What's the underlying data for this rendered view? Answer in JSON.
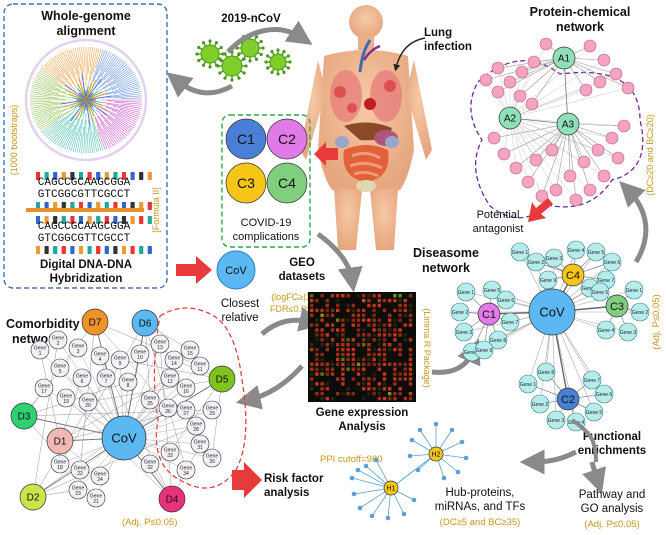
{
  "alignment": {
    "title_line1": "Whole-genome",
    "title_line2": "alignment",
    "bootstraps": "(1000 bootstraps)",
    "formula": "[Formula II]",
    "dna_top_1": "CAGCCGCAAGCGGA",
    "dna_bottom_1": "GTCGGCGTTCGCCT",
    "dna_top_2": "CAGCCGCAAGCGGA",
    "dna_bottom_2": "GTCGGCGTTCGCCT",
    "footer_line1": "Digital DNA-DNA",
    "footer_line2": "Hybridization"
  },
  "virus": {
    "label": "2019-nCoV"
  },
  "body": {
    "lung_infection_line1": "Lung",
    "lung_infection_line2": "infection"
  },
  "complications": {
    "items": [
      "C1",
      "C2",
      "C3",
      "C4"
    ],
    "colors": [
      "#4a7fd6",
      "#e07ae6",
      "#f5c518",
      "#7fcf7f"
    ],
    "caption_line1": "COVID-19",
    "caption_line2": "complications"
  },
  "protein_chemical": {
    "title_line1": "Protein-chemical",
    "title_line2": "network",
    "hubs": [
      "A1",
      "A2",
      "A3"
    ],
    "criteria": "(DC≥20 and BC≥20)",
    "potential_line1": "Potential",
    "potential_line2": "antagonist"
  },
  "geo": {
    "cov": "CoV",
    "closest_line1": "Closest",
    "closest_line2": "relative",
    "title_line1": "GEO",
    "title_line2": "datasets",
    "filter_line1": "(logFC≥|1|",
    "filter_line2": "FDR≤0.05)",
    "limma": "(Limma R Package)",
    "analysis_line1": "Gene expression",
    "analysis_line2": "Analysis"
  },
  "diseasome": {
    "title_line1": "Diseasome",
    "title_line2": "network",
    "center": "CoV",
    "hubs": [
      "C1",
      "C2",
      "C3",
      "C4"
    ],
    "gene_label": "Gene",
    "adj": "(Adj. P≤0.05)"
  },
  "comorbidity": {
    "title_line1": "Comorbidity",
    "title_line2": "network",
    "center": "CoV",
    "diseases": [
      "D1",
      "D2",
      "D3",
      "D4",
      "D5",
      "D6",
      "D7"
    ],
    "disease_colors": [
      "#f2b8b3",
      "#c8e64a",
      "#2fcf74",
      "#e8317a",
      "#7fc41e",
      "#5bb8f2",
      "#f0922a"
    ],
    "gene_label": "Gene",
    "adj": "(Adj. P≤0.05)",
    "risk_line1": "Risk factor",
    "risk_line2": "analysis"
  },
  "functional": {
    "title_line1": "Functional",
    "title_line2": "enrichments",
    "ppi": "PPI cutoff=980",
    "hubs": [
      "H1",
      "H2"
    ],
    "hub_line1": "Hub-proteins,",
    "hub_line2": "miRNAs, and TFs",
    "hub_criteria": "(DC≥5 and BC≥35)",
    "pathway_line1": "Pathway and",
    "pathway_line2": "GO analysis",
    "pathway_adj": "(Adj. P≤0.05)"
  }
}
